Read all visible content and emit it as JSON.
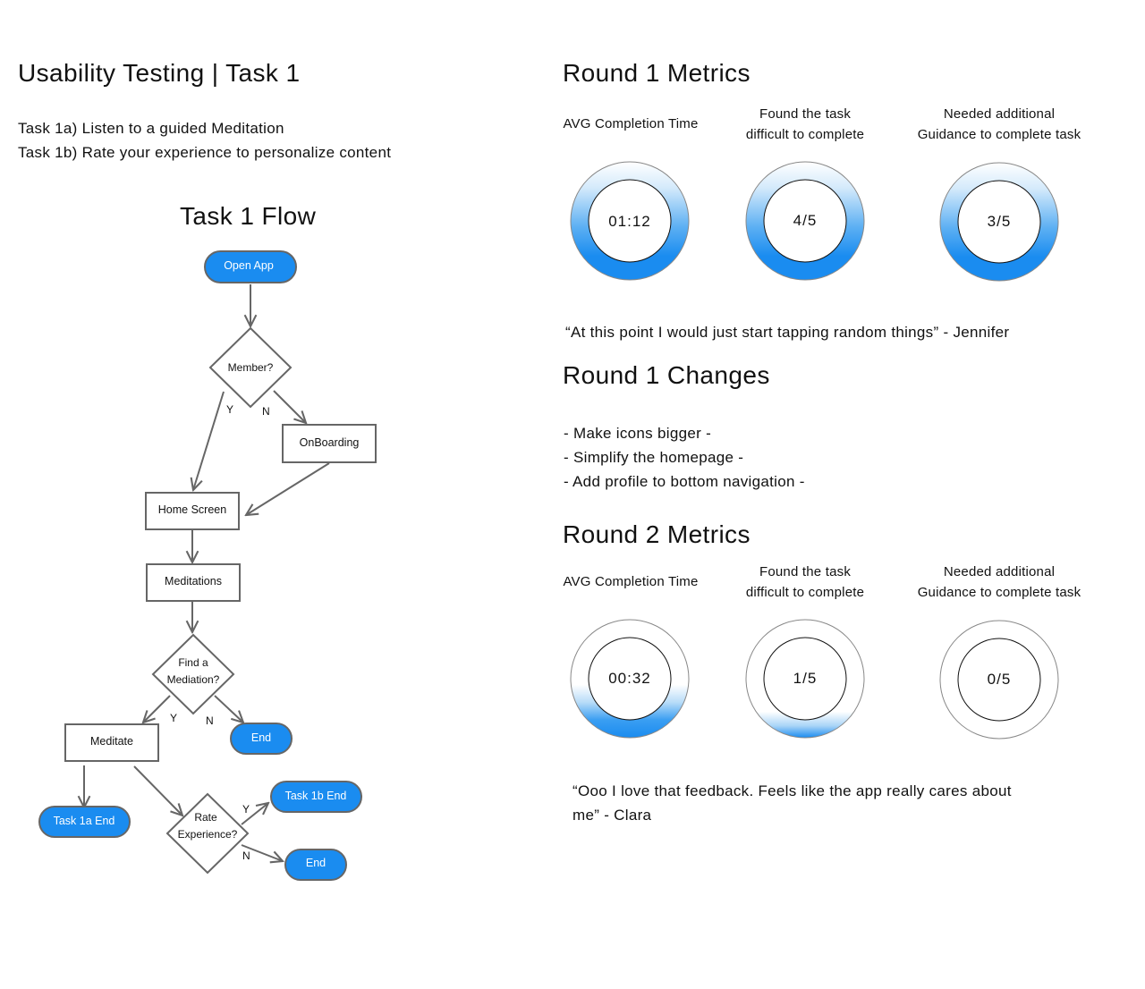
{
  "left": {
    "title": "Usability Testing  |  Task 1",
    "tasks": [
      "Task 1a) Listen to a guided Meditation",
      "Task 1b) Rate your experience to personalize content"
    ],
    "flow_title": "Task 1 Flow"
  },
  "flow": {
    "nodes": {
      "open_app": "Open App",
      "member": "Member?",
      "onboarding": "OnBoarding",
      "home_screen": "Home Screen",
      "meditations": "Meditations",
      "find_line1": "Find a",
      "find_line2": "Mediation?",
      "meditate": "Meditate",
      "end_find": "End",
      "task1a_end": "Task 1a End",
      "rate_line1": "Rate",
      "rate_line2": "Experience?",
      "task1b_end": "Task 1b End",
      "end_rate": "End"
    },
    "edge_labels": {
      "yes": "Y",
      "no": "N"
    },
    "colors": {
      "pill": "#1a8cf0",
      "stroke": "#666666"
    }
  },
  "round1": {
    "title": "Round 1 Metrics",
    "labels": {
      "avg": "AVG Completion Time",
      "difficult_1": "Found the task",
      "difficult_2": "difficult to complete",
      "guidance_1": "Needed additional",
      "guidance_2": "Guidance to complete task"
    },
    "values": {
      "avg": "01:12",
      "difficult": "4/5",
      "guidance": "3/5"
    },
    "quote": "“At this point I would just start tapping random things” -  Jennifer"
  },
  "changes": {
    "title": "Round 1 Changes",
    "items": [
      "- Make icons bigger -",
      "- Simplify the homepage -",
      "- Add profile to bottom navigation -"
    ]
  },
  "round2": {
    "title": "Round 2 Metrics",
    "labels": {
      "avg": "AVG Completion Time",
      "difficult_1": "Found the task",
      "difficult_2": "difficult to complete",
      "guidance_1": "Needed additional",
      "guidance_2": "Guidance to complete task"
    },
    "values": {
      "avg": "00:32",
      "difficult": "1/5",
      "guidance": "0/5"
    },
    "quote": "“Ooo I love that feedback. Feels like the app really cares about me” - Clara"
  },
  "colors": {
    "accent": "#1a8cf0",
    "gauge_light": "#d6ebfb",
    "line": "#666666"
  }
}
